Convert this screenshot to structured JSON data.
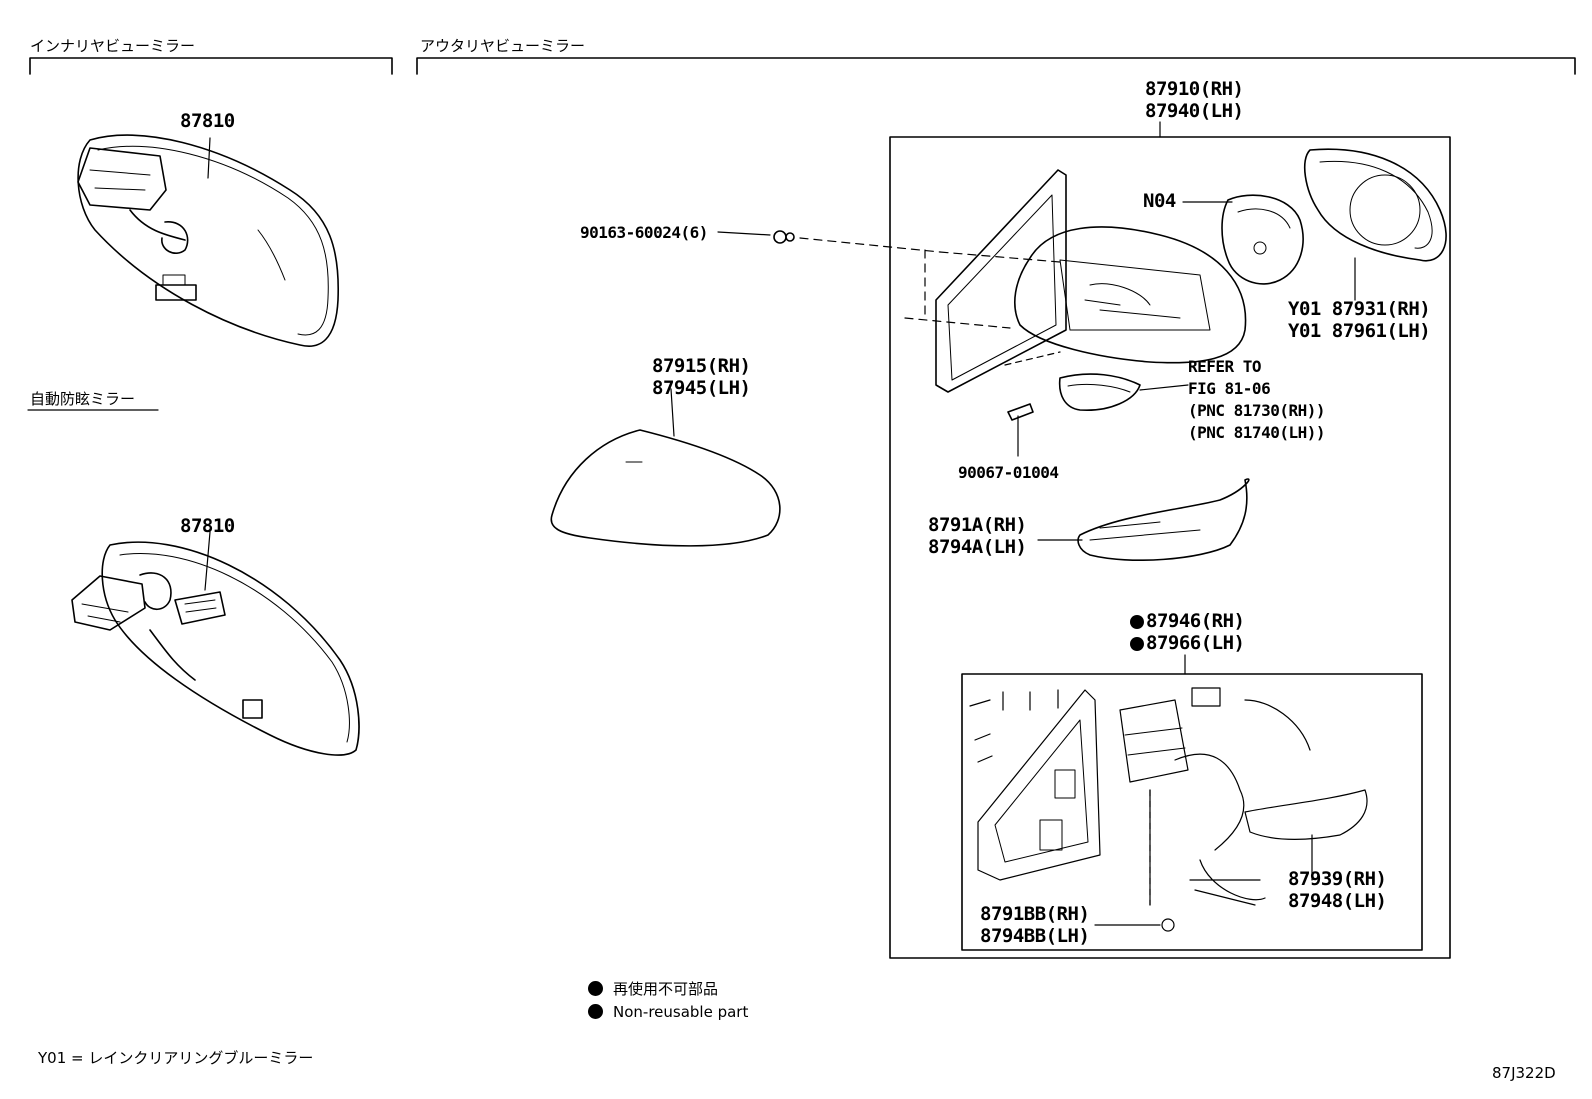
{
  "sections": {
    "inner_mirror": "インナリヤビューミラー",
    "outer_mirror": "アウタリヤビューミラー",
    "auto_dimming": "自動防眩ミラー"
  },
  "parts": {
    "p87810_a": "87810",
    "p87810_b": "87810",
    "p87915": "87915(RH)",
    "p87945": "87945(LH)",
    "p87910": "87910(RH)",
    "p87940": "87940(LH)",
    "p90163": "90163-60024(6)",
    "n04": "N04",
    "p87931": "Y01 87931(RH)",
    "p87961": "Y01 87961(LH)",
    "refer1": "REFER TO",
    "refer2": "FIG 81-06",
    "refer3": "(PNC 81730(RH))",
    "refer4": "(PNC 81740(LH))",
    "p90067": "90067-01004",
    "p8791A": "8791A(RH)",
    "p8794A": "8794A(LH)",
    "p87946": "87946(RH)",
    "p87966": "87966(LH)",
    "p87939": "87939(RH)",
    "p87948": "87948(LH)",
    "p8791BB": "8791BB(RH)",
    "p8794BB": "8794BB(LH)"
  },
  "legend": {
    "jp": "再使用不可部品",
    "en": "Non-reusable part"
  },
  "footnote": "Y01 = レインクリアリングブルーミラー",
  "diagram_code": "87J322D"
}
